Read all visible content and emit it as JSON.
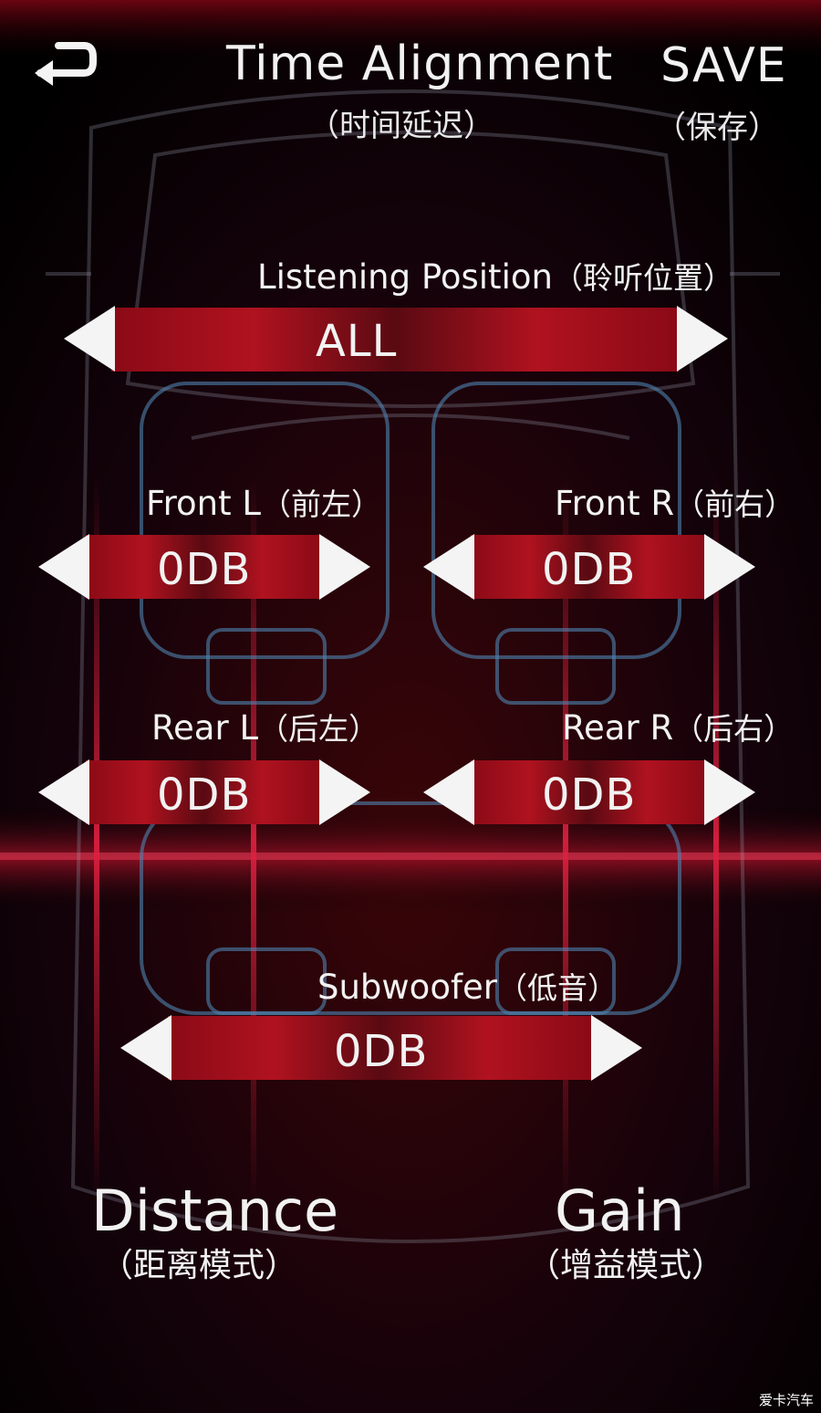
{
  "header": {
    "title": "Time Alignment",
    "title_cn": "（时间延迟）",
    "save_label": "SAVE",
    "save_cn": "（保存）"
  },
  "listening": {
    "label": "Listening Position",
    "label_cn": "（聆听位置）",
    "value": "ALL"
  },
  "speakers": {
    "front_l": {
      "label": "Front L",
      "label_cn": "（前左）",
      "value": "0DB"
    },
    "front_r": {
      "label": "Front R",
      "label_cn": "（前右）",
      "value": "0DB"
    },
    "rear_l": {
      "label": "Rear L",
      "label_cn": "（后左）",
      "value": "0DB"
    },
    "rear_r": {
      "label": "Rear R",
      "label_cn": "（后右）",
      "value": "0DB"
    },
    "subwoofer": {
      "label": "Subwoofer",
      "label_cn": "（低音）",
      "value": "0DB"
    }
  },
  "modes": {
    "distance": {
      "label": "Distance",
      "label_cn": "（距离模式）"
    },
    "gain": {
      "label": "Gain",
      "label_cn": "（增益模式）"
    }
  },
  "watermark": "爱卡汽车",
  "icons": {
    "back": "return-arrow-icon"
  },
  "colors": {
    "accent": "#b0121f",
    "text": "#f2f2f2",
    "background": "#000000"
  }
}
